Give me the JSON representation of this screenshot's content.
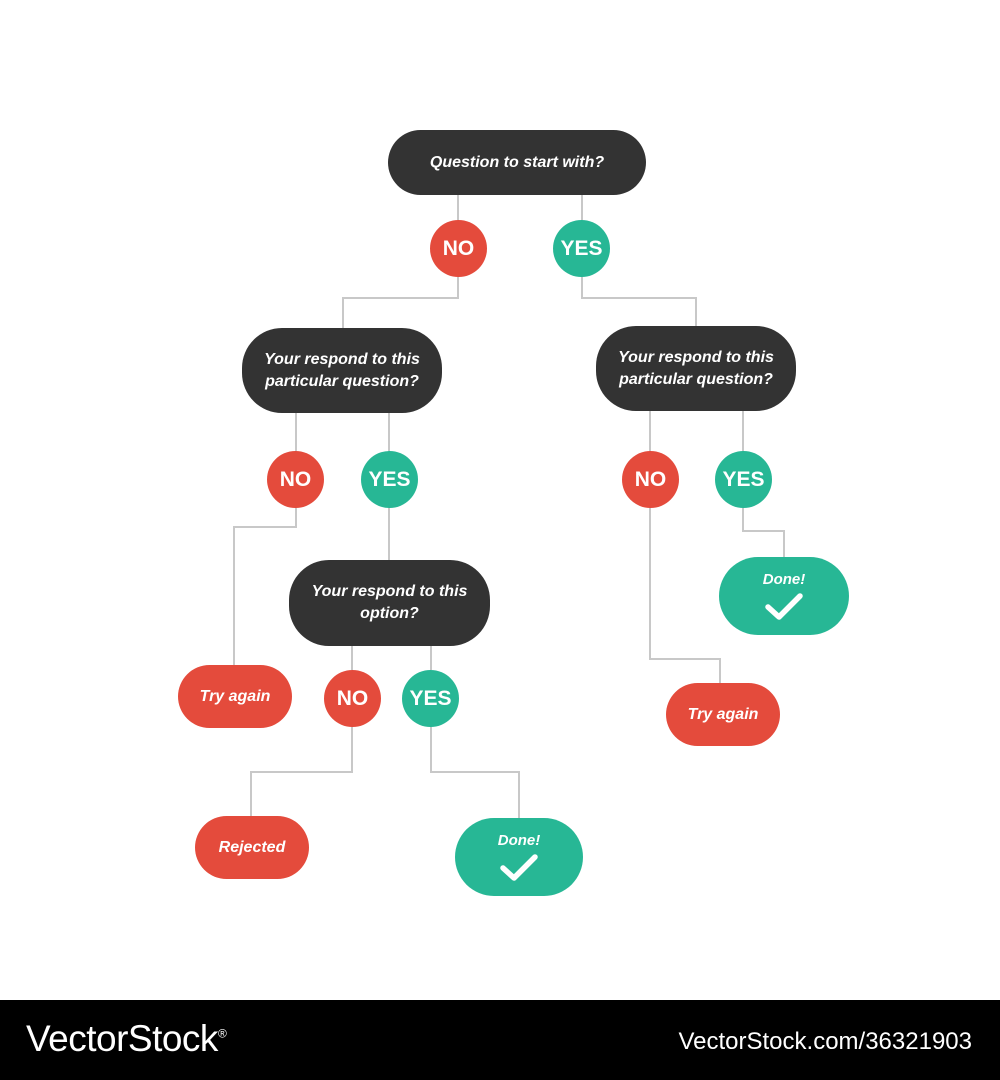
{
  "colors": {
    "question": "#333333",
    "no": "#e44b3c",
    "yes": "#27b795",
    "connector": "#c8c8c8",
    "footer": "#000000"
  },
  "root": {
    "question": "Question to start with?"
  },
  "level1": {
    "no": "NO",
    "yes": "YES",
    "left_question": "Your respond to this particular question?",
    "right_question": "Your respond to this particular question?"
  },
  "level2_left": {
    "no": "NO",
    "yes": "YES",
    "try_again": "Try again",
    "option_question": "Your respond to this option?"
  },
  "level3_left": {
    "no": "NO",
    "yes": "YES",
    "rejected": "Rejected",
    "done": "Done!",
    "done_icon": "checkmark-icon"
  },
  "level2_right": {
    "no": "NO",
    "yes": "YES",
    "try_again": "Try again",
    "done": "Done!",
    "done_icon": "checkmark-icon"
  },
  "footer": {
    "brand": "VectorStock",
    "registered": "®",
    "stock_id": "VectorStock.com/36321903"
  }
}
